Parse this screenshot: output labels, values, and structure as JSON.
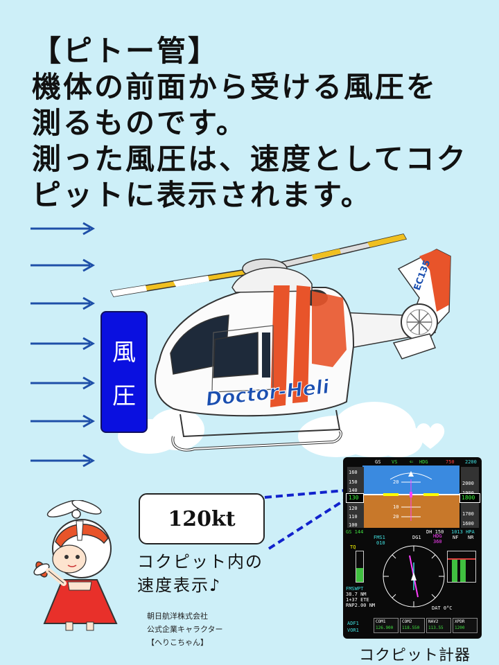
{
  "heading": {
    "lines": [
      "【ピトー管】",
      "機体の前面から受ける風圧を",
      "測るものです。",
      "測った風圧は、速度としてコク",
      "ピットに表示されます。"
    ]
  },
  "wind_label": {
    "char1": "風",
    "char2": "圧"
  },
  "helicopter": {
    "body_text": "Doctor-Heli",
    "tail_text": "EC135"
  },
  "speed": {
    "value": "120kt",
    "caption_line1": "コクピット内の",
    "caption_line2": "速度表示♪"
  },
  "company": {
    "line1": "朝日航洋株式会社",
    "line2": "公式企業キャラクター",
    "line3": "【へりこちゃん】"
  },
  "cockpit": {
    "caption": "コクピット計器",
    "pfd": {
      "top_gs": "GS",
      "top_vs": "VS",
      "top_hdg": "HDG",
      "top_alt": "750",
      "top_right": "2200",
      "speed_box": "130",
      "alt_box": "1800",
      "speed_ticks": [
        "160",
        "150",
        "140",
        "120",
        "110",
        "100"
      ],
      "alt_ticks": [
        "2000",
        "1900",
        "1700",
        "1600"
      ],
      "pitch_ticks": [
        "20",
        "10",
        "10",
        "20"
      ],
      "gs_value": "GS 144",
      "dh": "DH 150",
      "baro": "1013 HPA"
    },
    "nd": {
      "fms": "FMS1",
      "dg": "DG1",
      "hdg_label": "HDG",
      "hdg_value": "360",
      "course": "010",
      "nf": "NF",
      "nr": "NR",
      "left_info": [
        "FMSWPT",
        "38.7 NM",
        "1+37 ETE",
        "RNP2.00 NM"
      ],
      "dat": "DAT 0°C",
      "tq": "TQ",
      "radio": [
        {
          "label": "COM1",
          "value": "126.900"
        },
        {
          "label": "COM2",
          "value": "118.550"
        },
        {
          "label": "NAV2",
          "value": "113.55"
        },
        {
          "label": "XPDR",
          "value": "1200"
        }
      ],
      "adf": "ADF1",
      "vor": "VOR1"
    }
  },
  "colors": {
    "background": "#cdeff8",
    "wind_box": "#0a10e0",
    "arrow": "#1e4fa8",
    "heli_orange": "#e8542a",
    "heli_text": "#1b4fb0"
  }
}
